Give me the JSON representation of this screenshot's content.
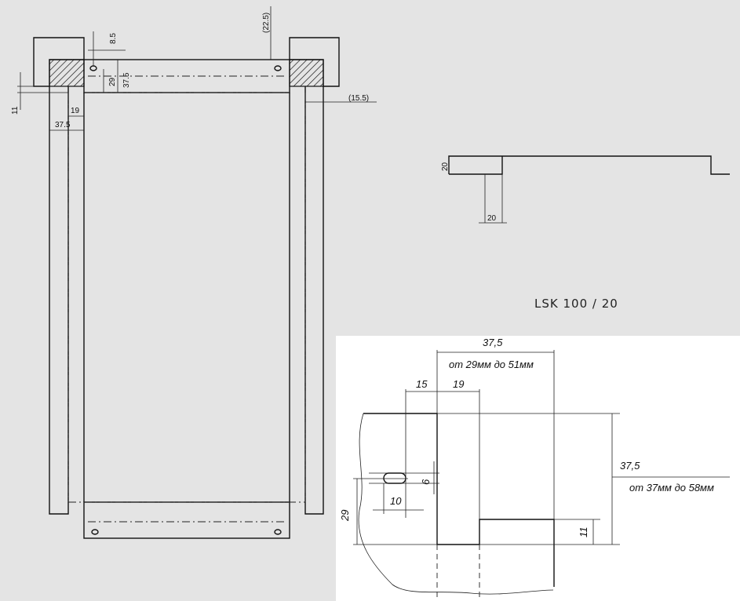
{
  "model_label": "LSK  100  /  20",
  "frame_dims": {
    "d_8_5": "8.5",
    "d_22_5": "(22.5)",
    "d_29": "29",
    "d_37_5_top": "37.5",
    "d_11": "11",
    "d_19": "19",
    "d_15_5": "(15.5)",
    "d_37_5_left": "37.5"
  },
  "profile_dims": {
    "d_20_h": "20",
    "d_20_v": "20"
  },
  "detail_dims": {
    "top_37_5": "37,5",
    "top_range": "от 29мм до 51мм",
    "d_15": "15",
    "d_19": "19",
    "d_6": "6",
    "d_10": "10",
    "d_29": "29",
    "right_37_5": "37,5",
    "right_range": "от 37мм до 58мм",
    "d_11": "11"
  }
}
